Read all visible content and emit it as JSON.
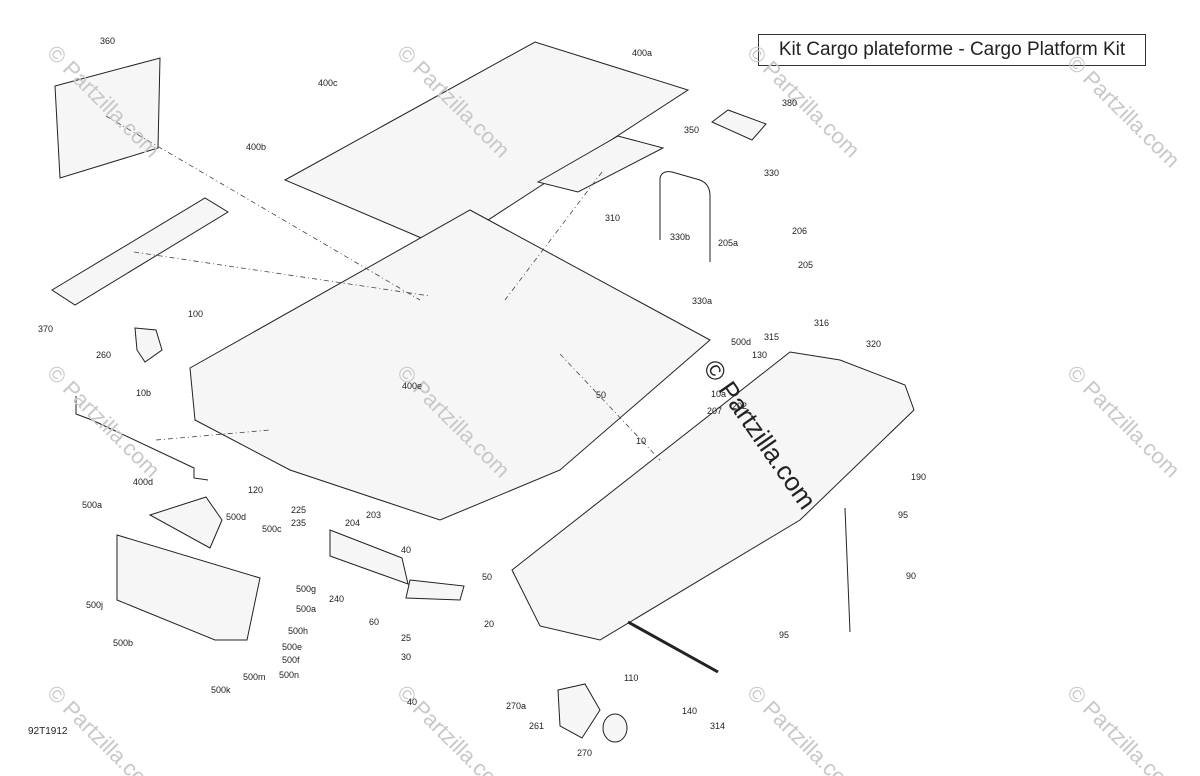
{
  "title": "Kit Cargo plateforme - Cargo Platform Kit",
  "diagram_code": "92T1912",
  "watermark_text": "© Partzilla.com",
  "colors": {
    "line": "#222222",
    "fill": "#f2f2f2",
    "watermark": "#c8c8c8",
    "background": "#ffffff"
  },
  "callouts": [
    "360",
    "400a",
    "400c",
    "400b",
    "380",
    "350",
    "330",
    "310",
    "330b",
    "205a",
    "206",
    "205",
    "330a",
    "370",
    "100",
    "260",
    "10b",
    "400e",
    "500d",
    "130",
    "315",
    "316",
    "320",
    "50",
    "10a",
    "202",
    "207",
    "10",
    "190",
    "95",
    "400d",
    "120",
    "225",
    "235",
    "204",
    "203",
    "500a",
    "500d",
    "500c",
    "40",
    "50",
    "500g",
    "500a",
    "500j",
    "240",
    "500h",
    "60",
    "25",
    "20",
    "500b",
    "500e",
    "500f",
    "30",
    "500m",
    "500n",
    "500k",
    "110",
    "90",
    "95",
    "40",
    "270a",
    "261",
    "140",
    "314",
    "270"
  ]
}
